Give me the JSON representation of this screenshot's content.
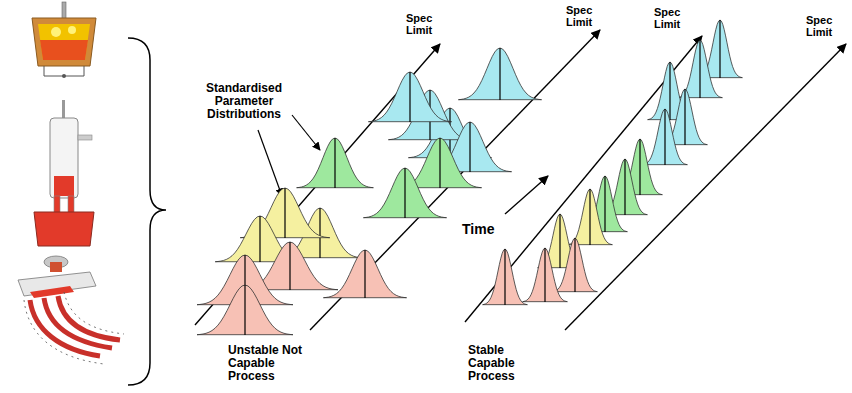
{
  "diagram": {
    "labels": [
      "Standardised Parameter Distributions",
      "Spec Limit",
      "Spec Limit",
      "Spec Limit",
      "Spec Limit",
      "Time",
      "Unstable Not Capable Process",
      "Stable Capable Process"
    ]
  }
}
